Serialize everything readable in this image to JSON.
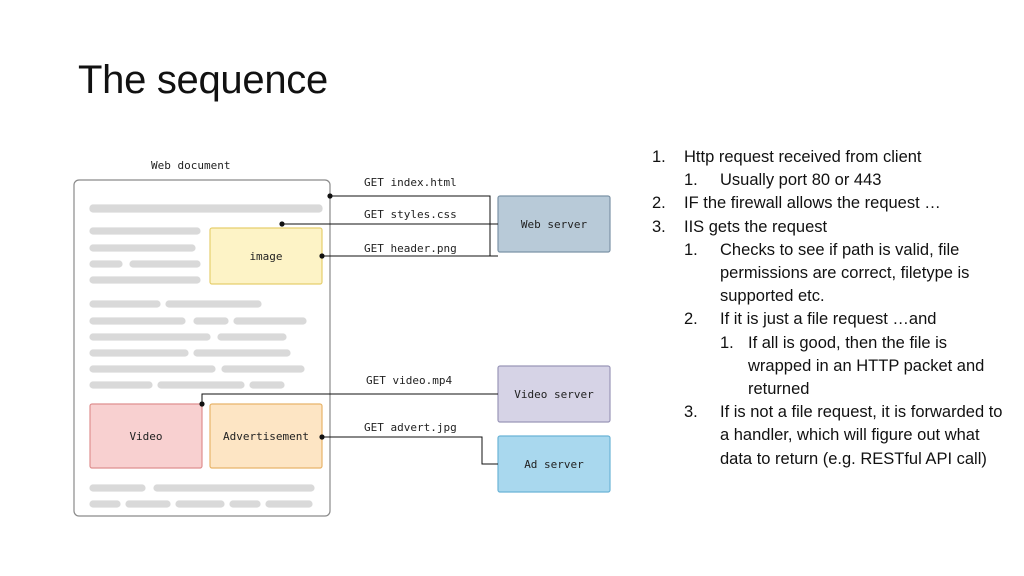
{
  "title": "The sequence",
  "diagram": {
    "doc_label": "Web document",
    "image_label": "image",
    "video_label": "Video",
    "ad_label": "Advertisement",
    "requests": [
      "GET index.html",
      "GET styles.css",
      "GET header.png",
      "GET video.mp4",
      "GET advert.jpg"
    ],
    "servers": [
      "Web server",
      "Video server",
      "Ad server"
    ],
    "colors": {
      "image_fill": "#fdf3c6",
      "image_stroke": "#e6cf6e",
      "video_fill": "#f8d0d0",
      "video_stroke": "#df8f8f",
      "ad_fill": "#fde5c4",
      "ad_stroke": "#e8b46a",
      "web_server_fill": "#b8cad8",
      "video_server_fill": "#d6d3e6",
      "ad_server_fill": "#a9d8ee",
      "placeholder": "#d9d9d9"
    }
  },
  "list": {
    "i1": "Http request received from client",
    "i1_1": "Usually port 80 or 443",
    "i2": "IF the firewall allows the request …",
    "i3": "IIS gets the request",
    "i3_1": "Checks to see if path is valid, file permissions are correct, filetype is supported etc.",
    "i3_2": "If it is just a file request …and",
    "i3_2_1": "If all is good, then the file is wrapped in an HTTP packet and returned",
    "i3_3": "If is not a file request, it is forwarded to a handler, which will figure out what data to return (e.g. RESTful API call)"
  }
}
